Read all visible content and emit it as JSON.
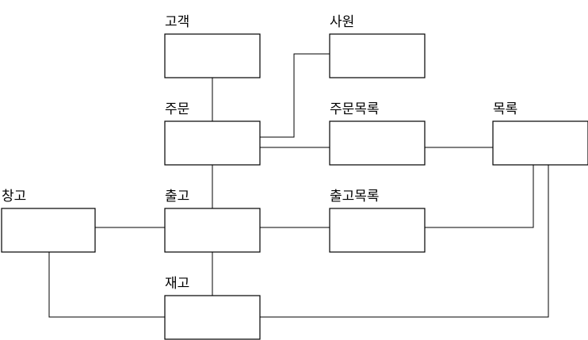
{
  "entities": {
    "customer": "고객",
    "employee": "사원",
    "order": "주문",
    "order_items": "주문목록",
    "catalog": "목록",
    "warehouse": "창고",
    "shipment": "출고",
    "shipment_items": "출고목록",
    "inventory": "재고"
  }
}
